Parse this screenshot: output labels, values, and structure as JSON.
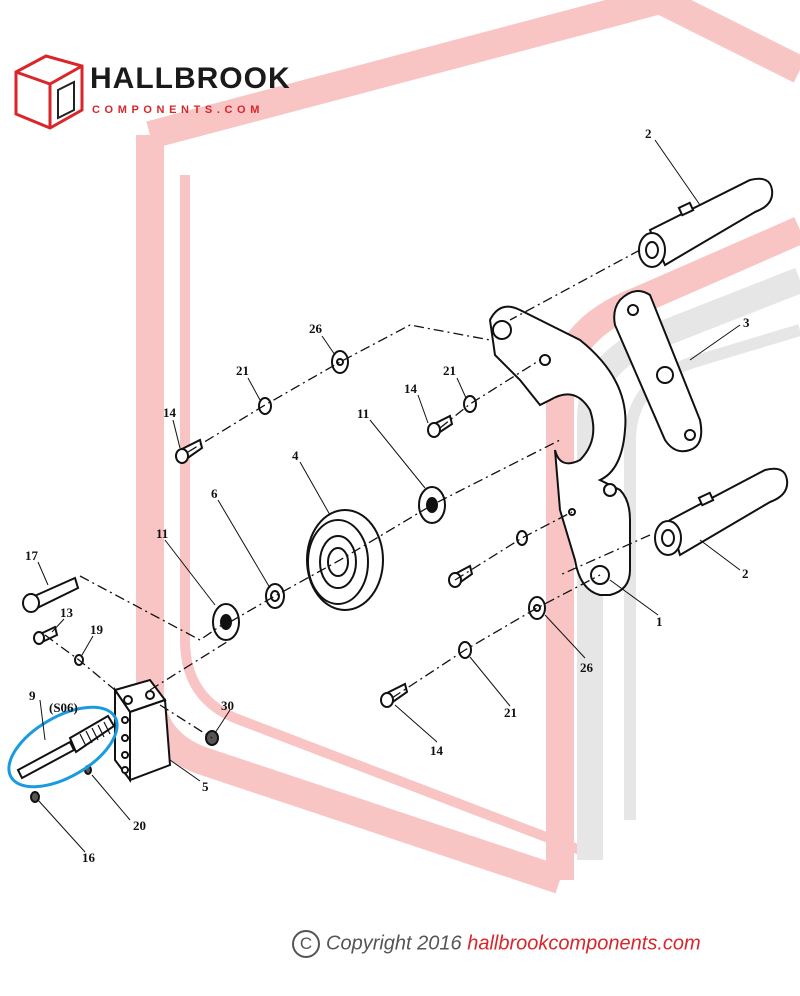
{
  "brand": {
    "name": "HALLBROOK",
    "tagline": "COMPONENTS.COM"
  },
  "footer": {
    "copyright_prefix": "Copyright 2016",
    "website": "hallbrookcomponents.com"
  },
  "colors": {
    "brand_red": "#d9262a",
    "highlight_blue": "#1a9be0",
    "watermark_red": "#f2a7a7",
    "watermark_gray": "#dddddd"
  },
  "callouts": [
    {
      "id": "c-2-top",
      "text": "2"
    },
    {
      "id": "c-3",
      "text": "3"
    },
    {
      "id": "c-26-top",
      "text": "26"
    },
    {
      "id": "c-21-top",
      "text": "21"
    },
    {
      "id": "c-21-mid",
      "text": "21"
    },
    {
      "id": "c-14-top",
      "text": "14"
    },
    {
      "id": "c-14-mid",
      "text": "14"
    },
    {
      "id": "c-11-mid",
      "text": "11"
    },
    {
      "id": "c-4",
      "text": "4"
    },
    {
      "id": "c-6",
      "text": "6"
    },
    {
      "id": "c-11-left",
      "text": "11"
    },
    {
      "id": "c-2-bottom",
      "text": "2"
    },
    {
      "id": "c-1",
      "text": "1"
    },
    {
      "id": "c-17",
      "text": "17"
    },
    {
      "id": "c-13",
      "text": "13"
    },
    {
      "id": "c-19",
      "text": "19"
    },
    {
      "id": "c-9",
      "text": "9"
    },
    {
      "id": "c-s06",
      "text": "(S06)"
    },
    {
      "id": "c-30",
      "text": "30"
    },
    {
      "id": "c-26-bottom",
      "text": "26"
    },
    {
      "id": "c-21-bottom",
      "text": "21"
    },
    {
      "id": "c-14-bottom",
      "text": "14"
    },
    {
      "id": "c-5",
      "text": "5"
    },
    {
      "id": "c-20",
      "text": "20"
    },
    {
      "id": "c-16",
      "text": "16"
    }
  ]
}
